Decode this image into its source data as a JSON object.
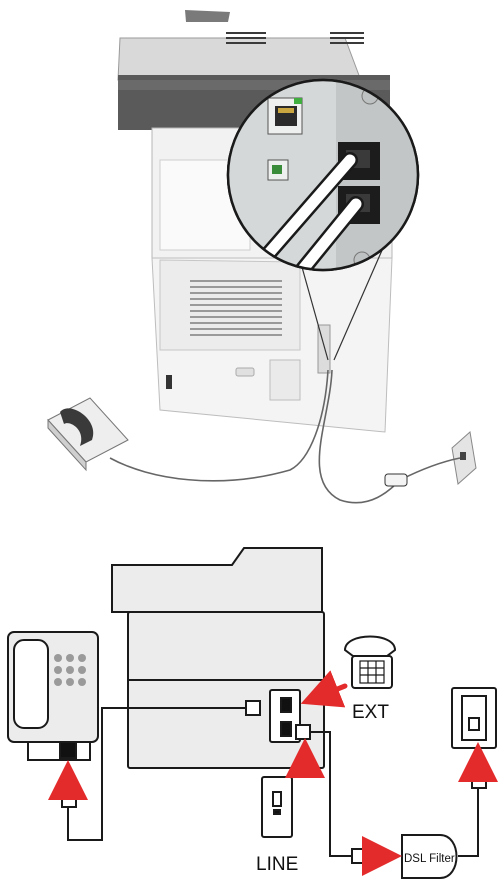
{
  "diagram": {
    "labels": {
      "ext": "EXT",
      "line": "LINE",
      "dsl_filter": "DSL Filter"
    },
    "colors": {
      "arrow": "#e32b2b",
      "outline": "#1a1a1a",
      "printer_body": "#e9e9e9",
      "printer_dark": "#4a4a4a",
      "diagram_fill": "#ececec",
      "inset_circle": "#cfd3d3",
      "cable_white": "#ffffff"
    },
    "icons": {
      "phone_top": "desk-telephone-icon",
      "ext_phone": "extension-telephone-icon",
      "wall_jack_line": "wall-jack-icon",
      "wall_jack_right": "wall-jack-icon",
      "dsl_filter": "dsl-filter-icon",
      "printer": "multifunction-printer-icon"
    }
  }
}
